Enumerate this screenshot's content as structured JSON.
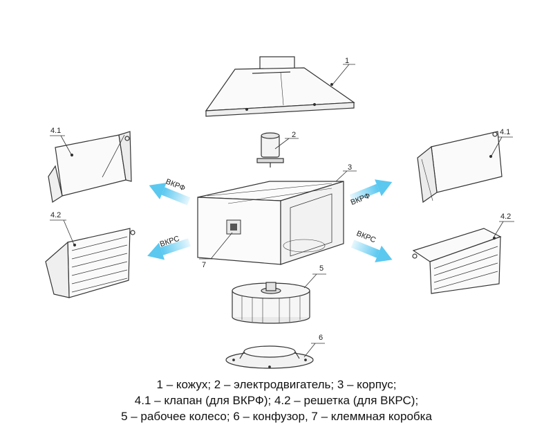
{
  "labels": {
    "cover": "1",
    "motor": "2",
    "housing": "3",
    "valve_left": "4.1",
    "valve_right": "4.1",
    "grille_left": "4.2",
    "grille_right": "4.2",
    "impeller": "5",
    "confuser": "6",
    "terminal_box": "7"
  },
  "arrows": {
    "upper_left": "ВКРФ",
    "upper_right": "ВКРФ",
    "lower_left": "ВКРС",
    "lower_right": "ВКРС"
  },
  "colors": {
    "arrow": "#5bc8f0",
    "line": "#333333"
  },
  "caption": {
    "line1": "1 – кожух; 2 – электродвигатель; 3 – корпус;",
    "line2": "4.1 – клапан (для ВКРФ); 4.2 – решетка (для ВКРС);",
    "line3": "5 – рабочее колесо; 6 – конфузор, 7 – клеммная коробка"
  }
}
